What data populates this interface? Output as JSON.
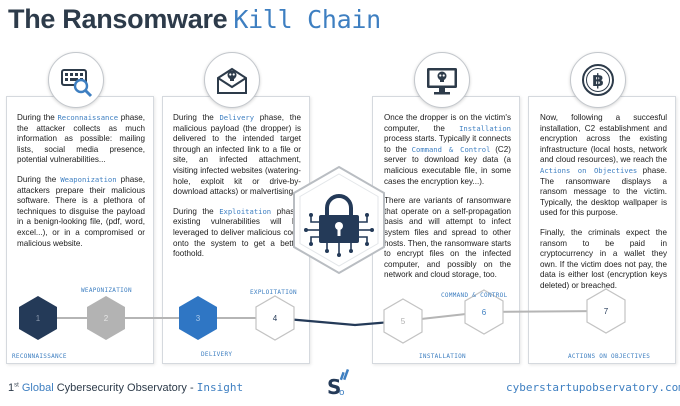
{
  "title": {
    "main": "The Ransomware",
    "accent": "Kill Chain"
  },
  "panels": [
    {
      "paragraphs": [
        [
          {
            "t": "During the "
          },
          {
            "k": "Reconnaissance"
          },
          {
            "t": " phase, the attacker collects as much information as possible: mailing lists, social media presence, potential vulnerabilities..."
          }
        ],
        [
          {
            "t": "During the "
          },
          {
            "k": "Weaponization"
          },
          {
            "t": " phase, attackers prepare their malicious software. There is a plethora of techniques to disguise the payload in a benign-looking file, (pdf, word, excel...), or in a compromised or malicious website."
          }
        ]
      ]
    },
    {
      "paragraphs": [
        [
          {
            "t": "During the "
          },
          {
            "k": "Delivery"
          },
          {
            "t": " phase, the malicious payload (the dropper) is delivered to the intended target through an infected link to a file or site, an infected attachment, visiting infected websites (watering-hole, exploit kit or drive-by-download attacks) or malvertising."
          }
        ],
        [
          {
            "t": "During the "
          },
          {
            "k": "Exploitation"
          },
          {
            "t": " phase, existing vulnerabilities will be leveraged to deliver malicious code onto the system to get a better foothold."
          }
        ]
      ]
    },
    {
      "paragraphs": [
        [
          {
            "t": "Once the dropper is on the victim's computer, the "
          },
          {
            "k": "Installation"
          },
          {
            "t": " process starts. Typically it connects to the "
          },
          {
            "k": "Command & Control"
          },
          {
            "t": " (C2) server to download key data (a malicious executable file, in some cases the encryption key...)."
          }
        ],
        [
          {
            "t": "There are variants of ransomware that operate on a self-propagation basis and will attempt to infect system files and spread to other hosts. Then, the ransomware starts to encrypt files on the infected computer, and possibly on the network and cloud storage, too."
          }
        ]
      ]
    },
    {
      "paragraphs": [
        [
          {
            "t": "Now, following a succesful installation, C2 establishment and encryption across the existing infrastructure (local hosts, network and cloud resources), we reach the "
          },
          {
            "k": "Actions on Objectives"
          },
          {
            "t": " phase. The ransomware displays a ransom message to the victim. Typically, the desktop wallpaper is used for this purpose."
          }
        ],
        [
          {
            "t": "Finally, the criminals expect the ransom to be paid in cryptocurrency in a wallet they own. If the victim does not pay, the data is either lost (encryption keys deleted) or breached."
          }
        ]
      ]
    }
  ],
  "icons": [
    "keyboard-magnifier-icon",
    "email-skull-icon",
    "monitor-skull-icon",
    "bitcoin-icon"
  ],
  "phases": {
    "reconnaissance": "RECONNAISSANCE",
    "weaponization": "WEAPONIZATION",
    "delivery": "DELIVERY",
    "exploitation": "EXPLOITATION",
    "installation": "INSTALLATION",
    "command_control": "COMMAND & CONTROL",
    "actions": "ACTIONS ON OBJECTIVES"
  },
  "steps": [
    "1",
    "2",
    "3",
    "4",
    "5",
    "6",
    "7"
  ],
  "footer": {
    "left_num": "1",
    "left_sup": "st",
    "left_global": "Global",
    "left_obs": "Cybersecurity Observatory",
    "left_dash": "-",
    "left_insight": "Insight",
    "right": "cyberstartupobservatory.com"
  },
  "colors": {
    "accent": "#3e7fc1",
    "dark": "#2d3b4a",
    "navy": "#243a58"
  }
}
